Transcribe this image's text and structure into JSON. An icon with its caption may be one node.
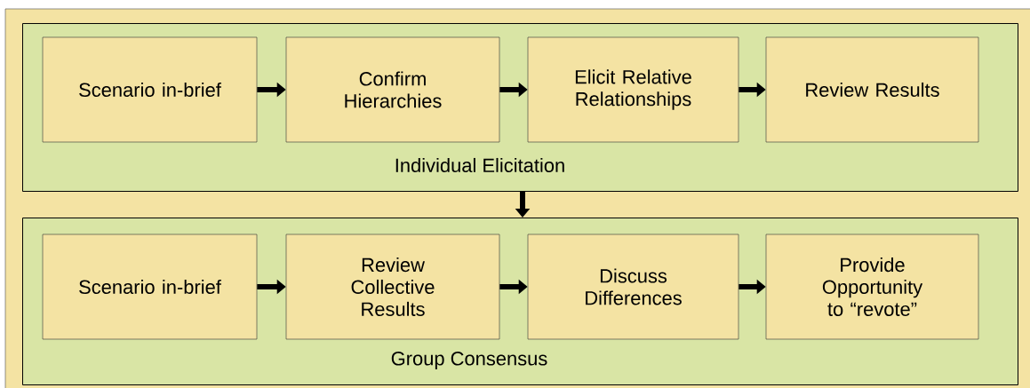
{
  "diagram": {
    "nodes": [
      {
        "text": [
          "Individual Elicitation"
        ]
      },
      {
        "text": [
          "Scenario in-brief"
        ],
        "in": 0
      },
      {
        "text": [
          "Confirm Hierarchies"
        ],
        "in": 0
      },
      {
        "text": [
          "Elicit Relative Relationships"
        ],
        "in": 0
      },
      {
        "text": [
          "Review Results"
        ],
        "in": 0
      },
      {
        "text": [
          "Group Consensus"
        ]
      },
      {
        "text": [
          "Scenario in-brief"
        ],
        "in": 5
      },
      {
        "text": [
          "Review Collective Results"
        ],
        "in": 5
      },
      {
        "text": [
          "Discuss Differences"
        ],
        "in": 5
      },
      {
        "text": [
          "Provide Opportunity to “revote”"
        ],
        "in": 5
      }
    ],
    "edges": [
      {
        "from": 1,
        "to": 2,
        "arrow": "to"
      },
      {
        "from": 2,
        "to": 3,
        "arrow": "to"
      },
      {
        "from": 3,
        "to": 4,
        "arrow": "to"
      },
      {
        "from": 0,
        "to": 5,
        "arrow": "to"
      },
      {
        "from": 6,
        "to": 7,
        "arrow": "to"
      },
      {
        "from": 7,
        "to": 8,
        "arrow": "to"
      },
      {
        "from": 8,
        "to": 9,
        "arrow": "to"
      }
    ]
  }
}
